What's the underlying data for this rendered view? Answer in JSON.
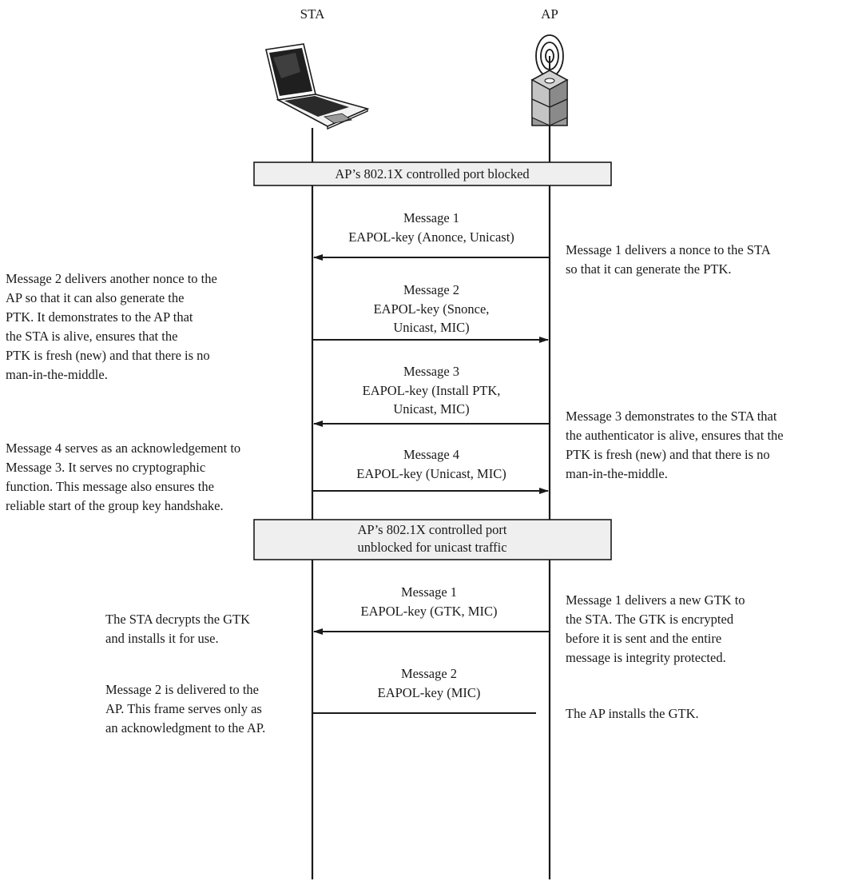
{
  "participants": {
    "sta": "STA",
    "ap": "AP",
    "sta_icon": "laptop-icon",
    "ap_icon": "access-point-icon"
  },
  "phases": [
    {
      "lines": [
        "AP’s 802.1X controlled port blocked"
      ]
    },
    {
      "lines": [
        "AP’s 802.1X controlled port",
        "unblocked for unicast traffic"
      ]
    }
  ],
  "messages": [
    {
      "direction": "ap-to-sta",
      "lines": [
        "Message 1",
        "EAPOL-key (Anonce, Unicast)"
      ]
    },
    {
      "direction": "sta-to-ap",
      "lines": [
        "Message 2",
        "EAPOL-key (Snonce,",
        "Unicast, MIC)"
      ]
    },
    {
      "direction": "ap-to-sta",
      "lines": [
        "Message 3",
        "EAPOL-key (Install PTK,",
        "Unicast, MIC)"
      ]
    },
    {
      "direction": "sta-to-ap",
      "lines": [
        "Message 4",
        "EAPOL-key (Unicast, MIC)"
      ]
    },
    {
      "direction": "ap-to-sta",
      "lines": [
        "Message 1",
        "EAPOL-key (GTK, MIC)"
      ]
    },
    {
      "direction": "sta-to-ap",
      "lines": [
        "Message 2",
        "EAPOL-key (MIC)"
      ]
    }
  ],
  "notes": [
    {
      "side": "right",
      "lines": [
        "Message 1 delivers a nonce to the STA",
        "so that it can generate the PTK."
      ]
    },
    {
      "side": "left",
      "lines": [
        "Message 2 delivers another nonce to the",
        "AP so that it can also generate the",
        "PTK. It demonstrates to the AP that",
        "the STA is alive, ensures that the",
        "PTK is fresh (new) and that there is no",
        "man-in-the-middle."
      ]
    },
    {
      "side": "right",
      "lines": [
        "Message 3 demonstrates to the STA that",
        "the authenticator is alive, ensures that the",
        "PTK is fresh (new) and that there is no",
        "man-in-the-middle."
      ]
    },
    {
      "side": "left",
      "lines": [
        "Message 4 serves as an acknowledgement to",
        "Message 3. It serves no cryptographic",
        "function. This message also ensures the",
        "reliable start of the group key handshake."
      ]
    },
    {
      "side": "right",
      "lines": [
        "Message 1 delivers a new GTK to",
        "the STA. The GTK is encrypted",
        "before it is sent and the entire",
        "message is integrity protected."
      ]
    },
    {
      "side": "left",
      "lines": [
        "The STA decrypts the GTK",
        "and installs it for use."
      ]
    },
    {
      "side": "left",
      "lines": [
        "Message 2 is delivered to the",
        "AP. This frame serves only as",
        "an acknowledgment to the AP."
      ]
    },
    {
      "side": "right",
      "lines": [
        "The AP installs the GTK."
      ]
    }
  ]
}
